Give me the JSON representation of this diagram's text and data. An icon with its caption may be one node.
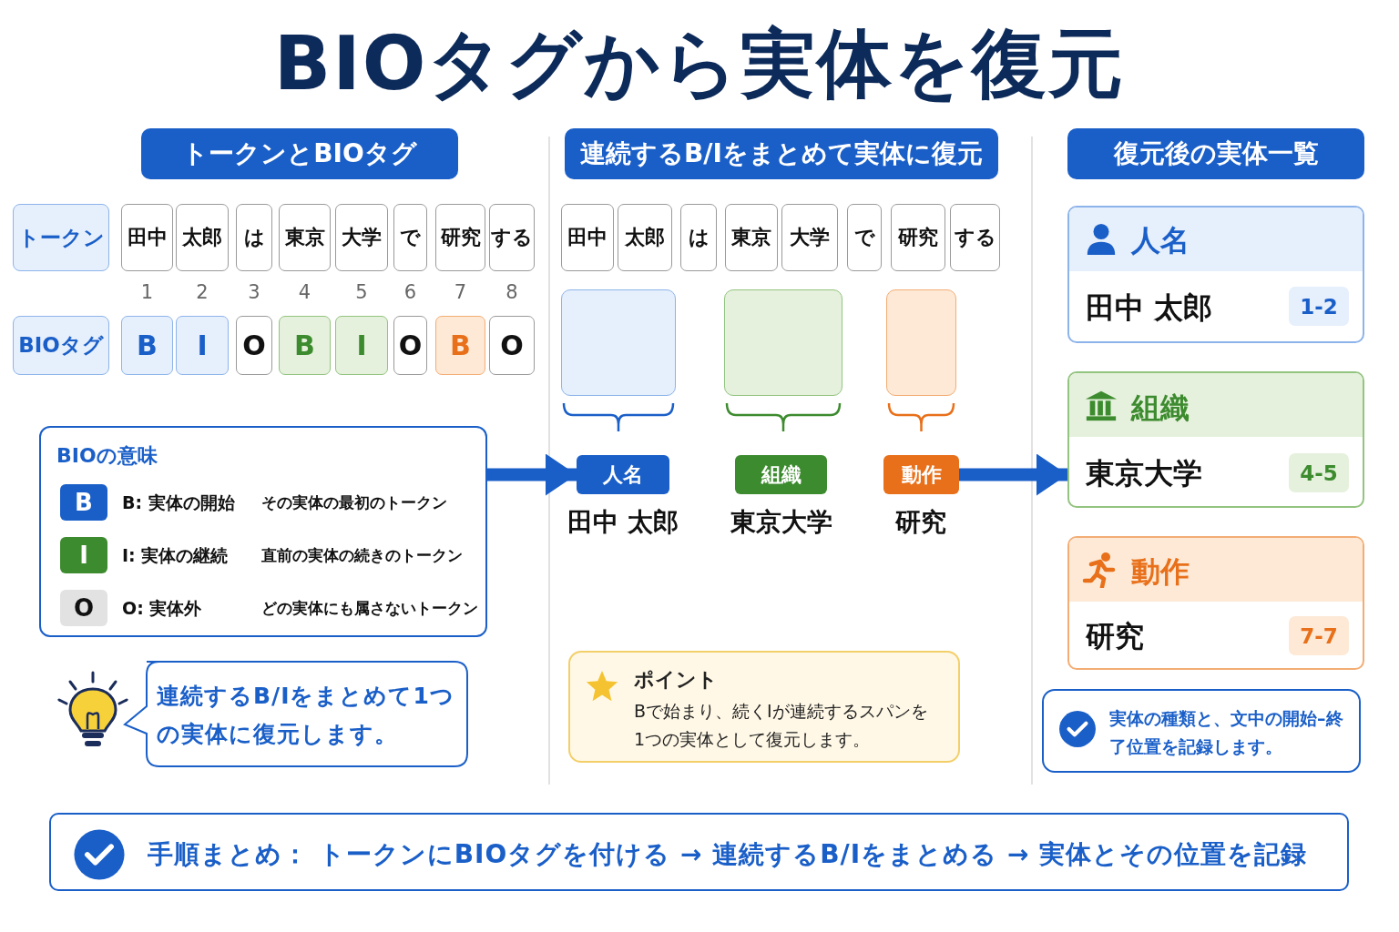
{
  "diagram": {
    "title": "BIOタグから実体を復元",
    "nodes": [
      {
        "text": [
          "トークンとBIOタグ"
        ]
      },
      {
        "text": [
          "連続するB/Iをまとめて実体に復元"
        ]
      },
      {
        "text": [
          "復元後の実体一覧"
        ]
      },
      {
        "text": [
          "トークン"
        ]
      },
      {
        "text": [
          "田中"
        ]
      },
      {
        "text": [
          "太郎"
        ]
      },
      {
        "text": [
          "は"
        ]
      },
      {
        "text": [
          "東京"
        ]
      },
      {
        "text": [
          "大学"
        ]
      },
      {
        "text": [
          "で"
        ]
      },
      {
        "text": [
          "研究"
        ]
      },
      {
        "text": [
          "する"
        ]
      },
      {
        "text": [
          "BIOタグ"
        ]
      },
      {
        "text": [
          "B"
        ]
      },
      {
        "text": [
          "I"
        ]
      },
      {
        "text": [
          "O"
        ]
      },
      {
        "text": [
          "B"
        ]
      },
      {
        "text": [
          "I"
        ]
      },
      {
        "text": [
          "O"
        ]
      },
      {
        "text": [
          "B"
        ]
      },
      {
        "text": [
          "O"
        ]
      },
      {
        "text": [
          "田中"
        ]
      },
      {
        "text": [
          "太郎"
        ]
      },
      {
        "text": [
          "は"
        ]
      },
      {
        "text": [
          "東京"
        ]
      },
      {
        "text": [
          "大学"
        ]
      },
      {
        "text": [
          "で"
        ]
      },
      {
        "text": [
          "研究"
        ]
      },
      {
        "text": [
          "する"
        ]
      },
      {
        "text": [],
        "shape": "box"
      },
      {
        "text": [],
        "shape": "box"
      },
      {
        "text": [],
        "shape": "box"
      },
      {
        "text": [
          "人名"
        ],
        "beside": [
          "田中 太郎"
        ]
      },
      {
        "text": [
          "組織"
        ],
        "beside": [
          "東京大学"
        ]
      },
      {
        "text": [
          "動作"
        ],
        "beside": [
          "研究"
        ]
      },
      {
        "text": [
          "BIOの意味"
        ]
      },
      {
        "text": [
          "B"
        ],
        "in": 35,
        "beside": [
          "B: 実体の開始",
          "その実体の最初のトークン"
        ]
      },
      {
        "text": [
          "I"
        ],
        "in": 35,
        "beside": [
          "I: 実体の継続",
          "直前の実体の続きのトークン"
        ]
      },
      {
        "text": [
          "O"
        ],
        "in": 35,
        "beside": [
          "O: 実体外",
          "どの実体にも属さないトークン"
        ]
      },
      {
        "text": [
          "連続するB/Iをまとめて1つの実体に復元します。"
        ]
      },
      {
        "text": [
          "ポイント",
          "Bで始まり、続くIが連続するスパンを1つの実体として復元します。"
        ]
      },
      {
        "text": [
          "人名",
          "田中 太郎"
        ]
      },
      {
        "text": [
          "1-2"
        ],
        "in": 41
      },
      {
        "text": [
          "組織",
          "東京大学"
        ]
      },
      {
        "text": [
          "4-5"
        ],
        "in": 43
      },
      {
        "text": [
          "動作",
          "研究"
        ]
      },
      {
        "text": [
          "7-7"
        ],
        "in": 45
      },
      {
        "text": [
          "実体の種類と、文中の開始–終了位置を記録します。"
        ]
      },
      {
        "text": [
          "手順まとめ： トークンにBIOタグを付ける → 連続するB/Iをまとめる → 実体とその位置を記録"
        ]
      }
    ],
    "edges": [
      {
        "from": 35,
        "to": 32,
        "arrow": "to"
      },
      {
        "from": 34,
        "to": 43,
        "arrow": "to"
      }
    ],
    "labels": [
      "1",
      "2",
      "3",
      "4",
      "5",
      "6",
      "7",
      "8"
    ]
  }
}
